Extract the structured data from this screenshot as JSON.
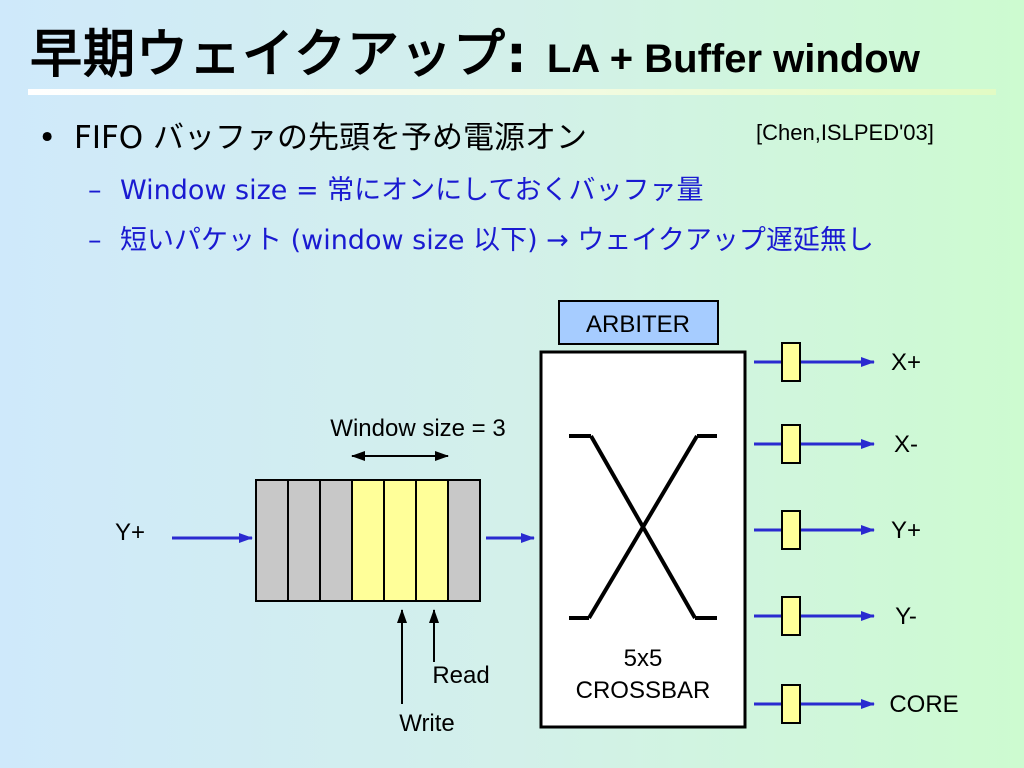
{
  "title": {
    "main": "早期ウェイクアップ: ",
    "sub": "LA + Buffer window"
  },
  "bullet": {
    "marker": "•",
    "text": "FIFO バッファの先頭を予め電源オン"
  },
  "citation": "[Chen,ISLPED'03]",
  "sub_bullets": [
    {
      "marker": "–",
      "text": "Window size = 常にオンにしておくバッファ量"
    },
    {
      "marker": "–",
      "text": "短いパケット (window size 以下) → ウェイクアップ遅延無し"
    }
  ],
  "diagram": {
    "window_label": "Window size = 3",
    "input_label": "Y+",
    "read_label": "Read",
    "write_label": "Write",
    "arbiter_label": "ARBITER",
    "crossbar_label_1": "5x5",
    "crossbar_label_2": "CROSSBAR",
    "outputs": [
      "X+",
      "X-",
      "Y+",
      "Y-",
      "CORE"
    ],
    "buffer_slots": [
      "off",
      "off",
      "off",
      "on",
      "on",
      "on",
      "off"
    ],
    "colors": {
      "arrow": "#2a2ad0",
      "buffer_off": "#c8c8c8",
      "buffer_on": "#ffff99",
      "arbiter_fill": "#a6ccff",
      "port_fill": "#ffff99"
    }
  }
}
